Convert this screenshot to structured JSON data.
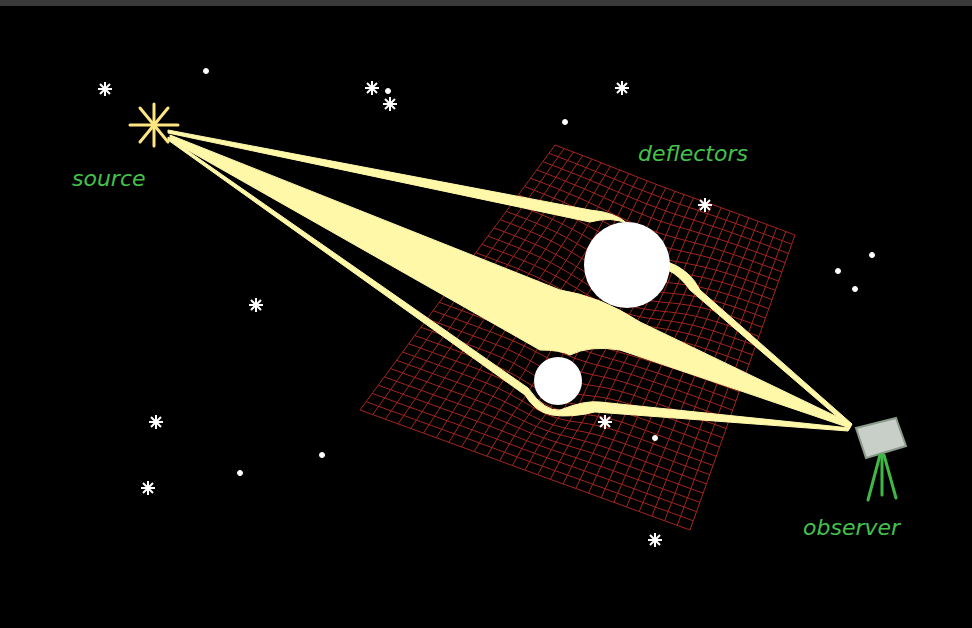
{
  "diagram": {
    "labels": [
      "source",
      "deflectors",
      "observer"
    ]
  }
}
